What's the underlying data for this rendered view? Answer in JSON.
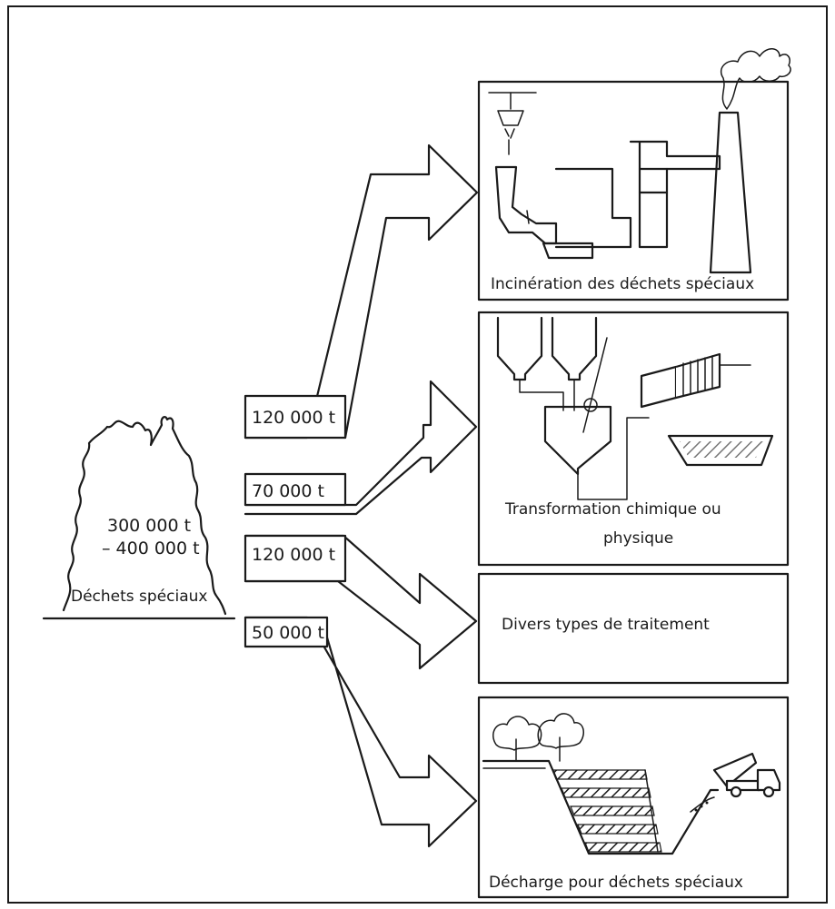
{
  "source": {
    "label": "Déchets spéciaux",
    "amount_line1": "300 000 t",
    "amount_line2": "– 400 000 t"
  },
  "flows": [
    {
      "amount": "120 000 t",
      "target": "Incinération des déchets spéciaux"
    },
    {
      "amount": "70 000 t",
      "target": "Transformation chimique ou physique"
    },
    {
      "amount": "120 000 t",
      "target": "Divers types de traitement"
    },
    {
      "amount": "50 000 t",
      "target": "Décharge pour déchets spéciaux"
    }
  ],
  "destinations": {
    "incineration": "Incinération des déchets spéciaux",
    "transformation_line1": "Transformation chimique ou",
    "transformation_line2": "physique",
    "divers": "Divers types de traitement",
    "decharge": "Décharge pour déchets spéciaux"
  },
  "colors": {
    "ink": "#1a1a1a",
    "paper": "#ffffff"
  }
}
